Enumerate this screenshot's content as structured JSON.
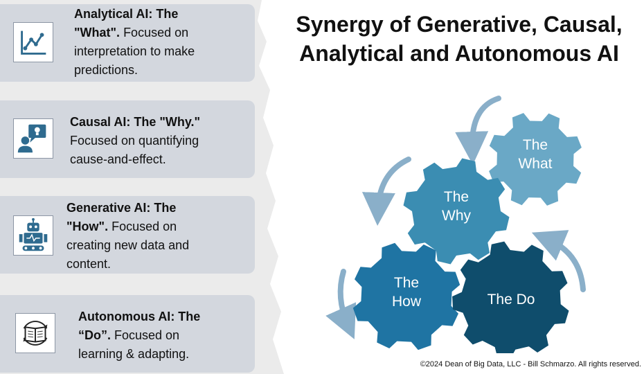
{
  "title": {
    "line1": "Synergy of Generative, Causal,",
    "line2": "Analytical and Autonomous AI"
  },
  "cards": [
    {
      "icon": "line-chart-icon",
      "bold1": "Analytical AI: The",
      "bold2": "\"What\".",
      "rest2": " Focused on",
      "line3": "interpretation to make",
      "line4": "predictions."
    },
    {
      "icon": "speaker-idea-icon",
      "bold1": "Causal AI: The \"Why.\"",
      "line2": "Focused on quantifying",
      "line3": "cause-and-effect."
    },
    {
      "icon": "robot-icon",
      "bold1": "Generative AI: The",
      "bold2": "\"How\".",
      "rest2": " Focused on",
      "line3": "creating new data and",
      "line4": "content."
    },
    {
      "icon": "open-book-cycle-icon",
      "bold1": "Autonomous AI: The",
      "bold2": "“Do”.",
      "rest2": "  Focused on",
      "line3": "learning & adapting."
    }
  ],
  "gears": [
    {
      "name": "what",
      "line1": "The",
      "line2": "What",
      "color": "#6aa8c6"
    },
    {
      "name": "why",
      "line1": "The",
      "line2": "Why",
      "color": "#3b8db2"
    },
    {
      "name": "how",
      "line1": "The",
      "line2": "How",
      "color": "#1f74a3"
    },
    {
      "name": "do",
      "line1": "The Do",
      "line2": "",
      "color": "#0f4d6c"
    }
  ],
  "arrow_color": "#8aafc9",
  "copyright": "©2024 Dean of Big Data, LLC - Bill Schmarzo. All rights reserved."
}
